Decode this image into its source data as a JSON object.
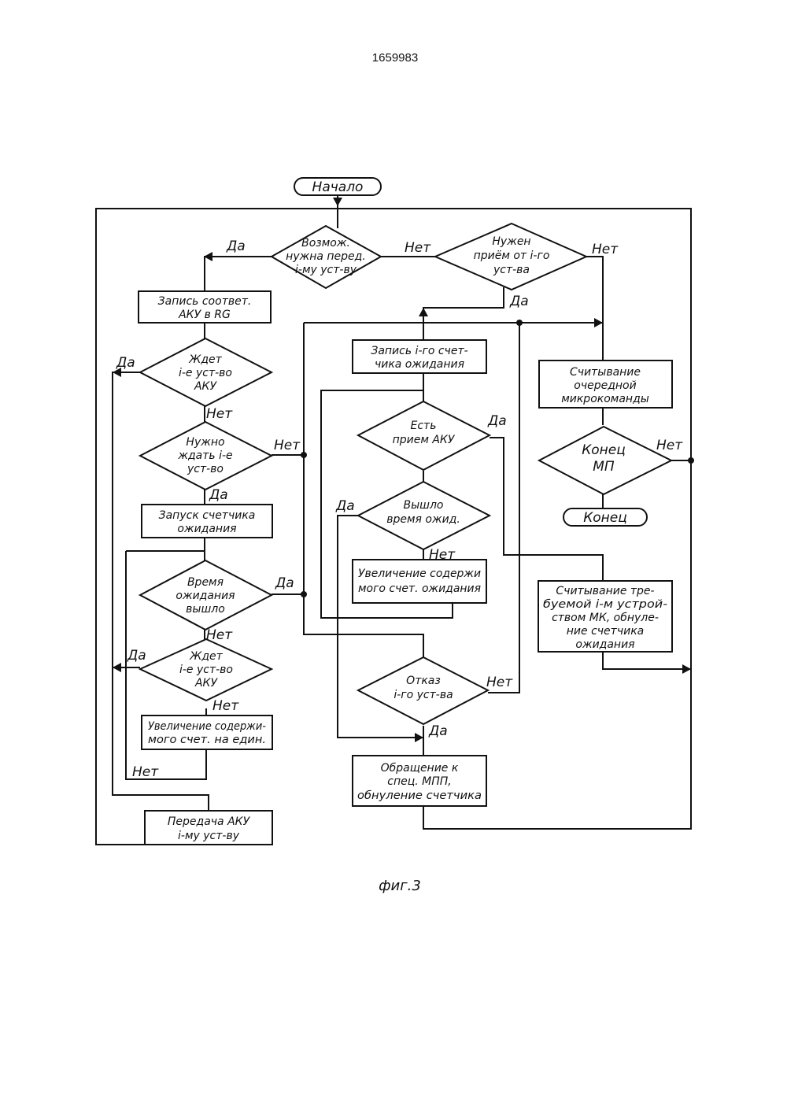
{
  "document": {
    "patent_number": "1659983",
    "figure_caption": "фиг.3"
  },
  "flowchart": {
    "terminals": {
      "start": "Начало",
      "end": "Конец"
    },
    "nodes": {
      "can_transmit": [
        "Возмож.",
        "нужна перед.",
        "i-му уст-ву"
      ],
      "need_receive": [
        "Нужен",
        "приём от i-го",
        "уст-ва"
      ],
      "write_ack_rg": [
        "Запись соответ.",
        "АКУ в RG"
      ],
      "device_waits_ack_1": [
        "Ждет",
        "i-е уст-во",
        "АКУ"
      ],
      "need_wait": [
        "Нужно",
        "ждать i-е",
        "уст-во"
      ],
      "start_wait_counter": [
        "Запуск счетчика",
        "ожидания"
      ],
      "wait_time_elapsed": [
        "Время",
        "ожидания",
        "вышло"
      ],
      "device_waits_ack_2": [
        "Ждет",
        "i-е уст-во",
        "АКУ"
      ],
      "increment_counter_unit": [
        "Увеличение содержи-",
        "мого счет. на един."
      ],
      "send_ack": [
        "Передача АКУ",
        "i-му уст-ву"
      ],
      "write_device_counter": [
        "Запись i-го счет-",
        "чика ожидания"
      ],
      "ack_received": [
        "Есть",
        "прием АКУ"
      ],
      "wait_expired": [
        "Вышло",
        "время ожид."
      ],
      "increment_wait_counter": [
        "Увеличение содержи",
        "мого счет. ожидания"
      ],
      "device_failure": [
        "Отказ",
        "i-го уст-ва"
      ],
      "call_special_mpp": [
        "Обращение к",
        "спец. МПП,",
        "обнуление счетчика"
      ],
      "read_next_microcommand": [
        "Считывание",
        "очередной",
        "микрокоманды"
      ],
      "end_mp": [
        "Конец",
        "МП"
      ],
      "read_required_mk": [
        "Считывание тре-",
        "буемой i-м устрой-",
        "ством МК, обнуле-",
        "ние счетчика",
        "ожидания"
      ]
    },
    "branch_labels": {
      "can_transmit_yes": "Да",
      "can_transmit_no": "Нет",
      "need_receive_yes": "Да",
      "need_receive_no": "Нет",
      "device_waits_ack_1_yes": "Да",
      "device_waits_ack_1_no": "Нет",
      "need_wait_yes": "Да",
      "need_wait_no": "Нет",
      "wait_time_elapsed_yes": "Да",
      "wait_time_elapsed_no": "Нет",
      "device_waits_ack_2_yes": "Да",
      "device_waits_ack_2_no": "Нет",
      "loop_back_no": "Нет",
      "ack_received_yes": "Да",
      "wait_expired_yes": "Да",
      "wait_expired_no": "Нет",
      "device_failure_yes": "Да",
      "device_failure_no": "Нет",
      "end_mp_no": "Нет"
    }
  }
}
